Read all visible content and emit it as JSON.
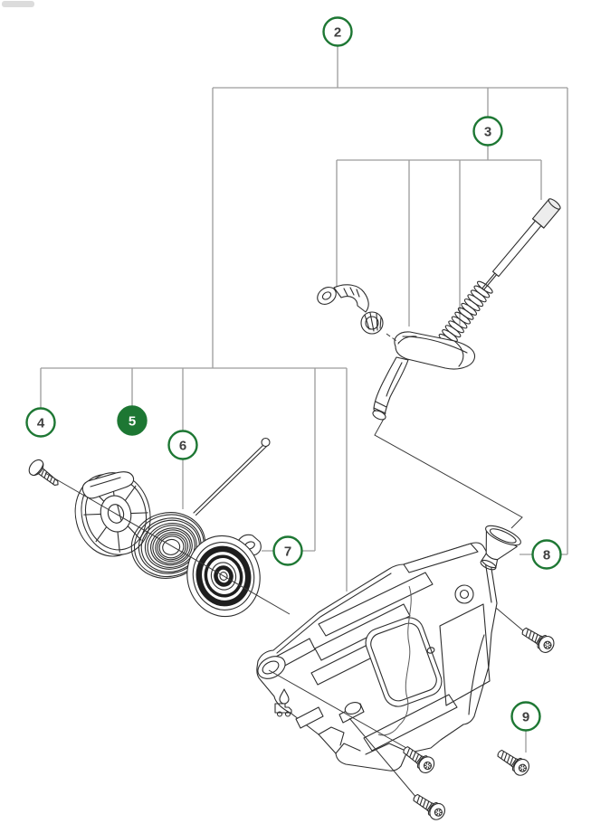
{
  "diagram": {
    "kind": "exploded-parts-diagram",
    "callouts": [
      {
        "number": "2",
        "style": "outline"
      },
      {
        "number": "3",
        "style": "outline"
      },
      {
        "number": "4",
        "style": "outline"
      },
      {
        "number": "5",
        "style": "solid"
      },
      {
        "number": "6",
        "style": "outline"
      },
      {
        "number": "7",
        "style": "outline"
      },
      {
        "number": "8",
        "style": "outline"
      },
      {
        "number": "9",
        "style": "outline"
      }
    ],
    "embossed_icons": [
      {
        "name": "droplet-icon"
      },
      {
        "name": "trailer-icon"
      }
    ],
    "colors": {
      "accent_green": "#1d7733",
      "callout_text": "#3f3f3f",
      "leader_gray": "#9c9c9c",
      "artwork_ink": "#2d2d2d",
      "dark_leader": "#3a3a3a"
    }
  }
}
